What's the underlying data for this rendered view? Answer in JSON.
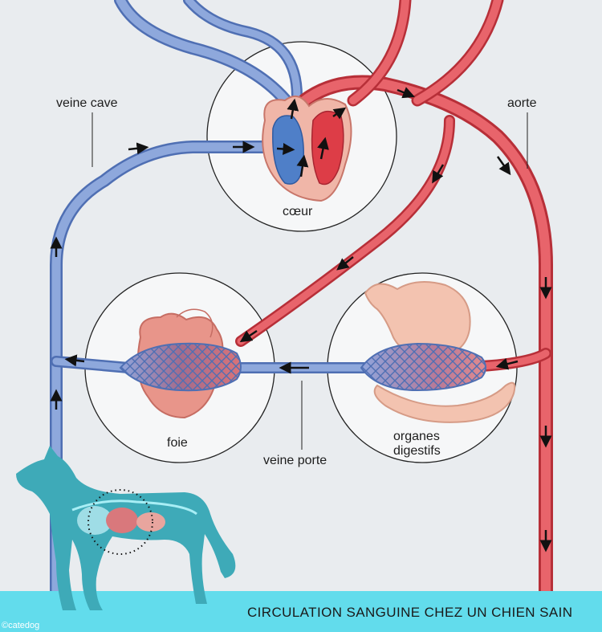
{
  "labels": {
    "vena_cava": "veine cave",
    "aorta": "aorte",
    "heart": "cœur",
    "liver": "foie",
    "portal_vein": "veine porte",
    "digestive_line1": "organes",
    "digestive_line2": "digestifs"
  },
  "banner": {
    "title": "CIRCULATION SANGUINE CHEZ UN CHIEN SAIN"
  },
  "credit": "©catedog",
  "colors": {
    "background": "#e9ecef",
    "vein": "#7f9fd6",
    "vein_dark": "#4f6fb3",
    "artery": "#e5535c",
    "artery_dark": "#b72f38",
    "banner": "#62dcec",
    "dog": "#3eaab8"
  },
  "icons": [
    "dog-silhouette-icon",
    "heart-icon",
    "liver-icon",
    "stomach-icon",
    "arrow-icon"
  ]
}
